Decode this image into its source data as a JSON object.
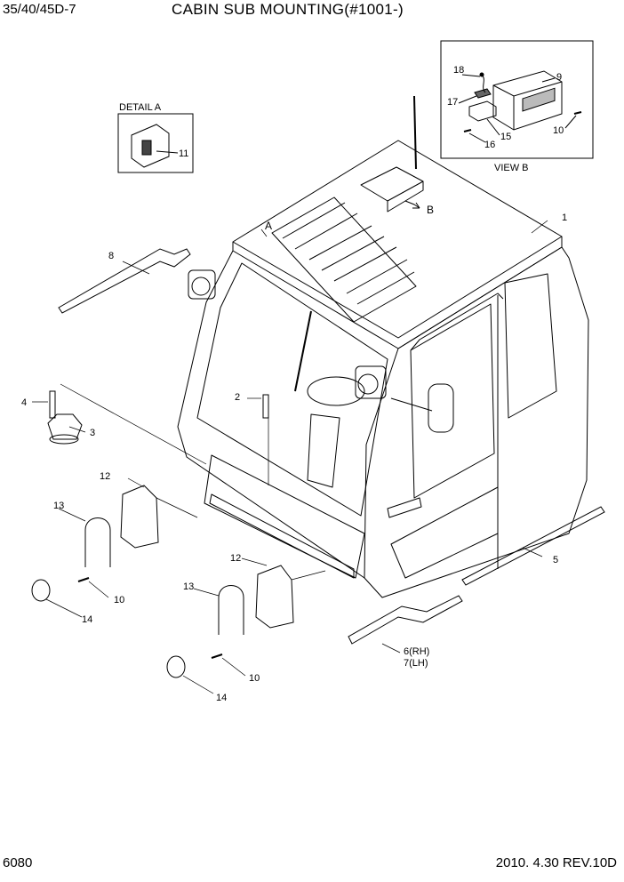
{
  "header": {
    "model": "35/40/45D-7",
    "title": "CABIN SUB MOUNTING(#1001-)"
  },
  "footer": {
    "page_number": "6080",
    "date_rev": "2010. 4.30  REV.10D"
  },
  "detail_a": {
    "label": "DETAIL A",
    "part": "11"
  },
  "view_b": {
    "label": "VIEW B",
    "parts": [
      "18",
      "9",
      "17",
      "15",
      "16",
      "10"
    ]
  },
  "callouts": {
    "A": "A",
    "B": "B",
    "p1": "1",
    "p2": "2",
    "p3": "3",
    "p4": "4",
    "p5": "5",
    "p6": "6(RH)",
    "p7": "7(LH)",
    "p8": "8",
    "p10a": "10",
    "p10b": "10",
    "p12a": "12",
    "p12b": "12",
    "p13a": "13",
    "p13b": "13",
    "p14a": "14",
    "p14b": "14"
  }
}
